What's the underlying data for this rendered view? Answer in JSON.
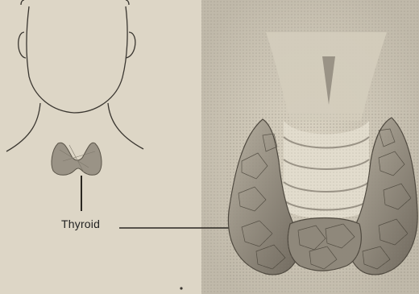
{
  "labels": {
    "thyroid": "Thyroid"
  },
  "colors": {
    "paper": "#ddd6c6",
    "ink": "#3a3630",
    "gland_fill": "#9a9386",
    "gland_shadow": "#6e675c",
    "halftone": "#8a8478"
  },
  "icons": {
    "head_outline": "head-and-neck-outline",
    "thyroid_small": "thyroid-gland-silhouette",
    "thyroid_detail": "thyroid-gland-enlarged-view"
  }
}
